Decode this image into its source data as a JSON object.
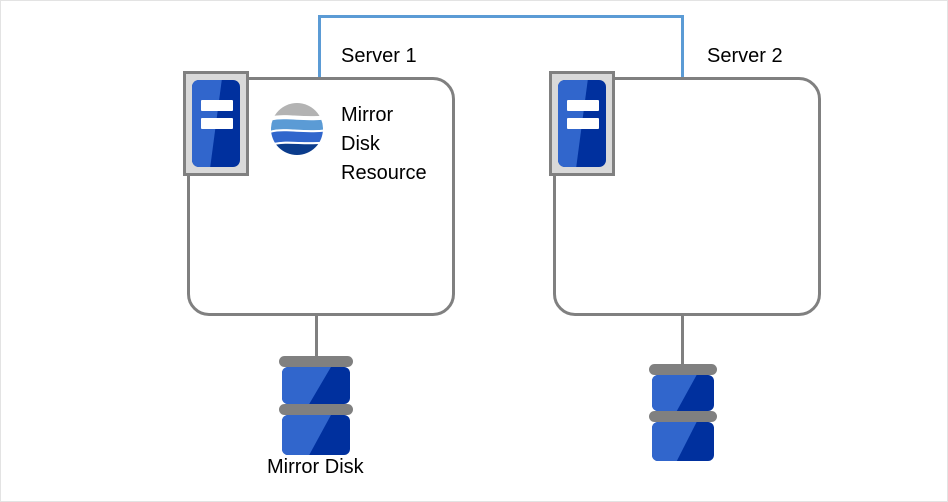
{
  "diagram": {
    "title": "Mirror Disk Resource cluster diagram",
    "colors": {
      "interconnect_line": "#5b9bd5",
      "box_border": "#808080",
      "icon_blue_light": "#3166cc",
      "icon_blue_dark": "#00309e",
      "icon_frame_gray": "#d9d9d9",
      "plate_gray": "#808080",
      "canvas_border": "#e3e3e3",
      "text": "#000000",
      "globe_gray": "#b3b3b3",
      "globe_light_blue": "#5b9bd5",
      "globe_mid_blue": "#3166cc",
      "globe_dark_blue": "#0b3c8c"
    },
    "servers": [
      {
        "id": "server-1",
        "label": "Server 1",
        "machine_icon": "server-icon",
        "resource": {
          "icon": "mirror-disk-resource-icon",
          "label_lines": [
            "Mirror",
            "Disk",
            "Resource"
          ]
        }
      },
      {
        "id": "server-2",
        "label": "Server 2",
        "machine_icon": "server-icon",
        "resource": null
      }
    ],
    "disks": [
      {
        "id": "disk-1",
        "icon": "disk-stack-icon",
        "caption": "Mirror Disk"
      },
      {
        "id": "disk-2",
        "icon": "disk-stack-icon",
        "caption": ""
      }
    ],
    "interconnect": {
      "name": "mirror-interconnect",
      "style": "inverted-u",
      "color": "#5b9bd5"
    }
  }
}
